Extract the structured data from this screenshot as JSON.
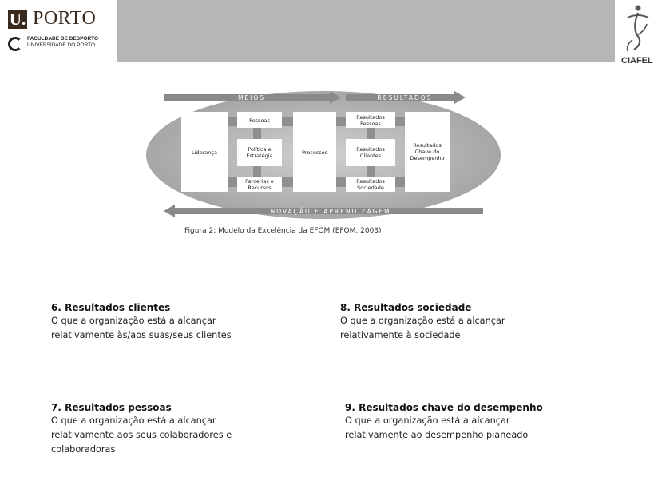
{
  "header": {
    "logo_u": "U.",
    "logo_name": "PORTO",
    "logo_faculty": "FACULDADE DE DESPORTO",
    "logo_university": "UNIVERSIDADE DO PORTO",
    "partner_logo_text": "CIAFEL"
  },
  "diagram": {
    "arrow_meios": "MEIOS",
    "arrow_resultados": "RESULTADOS",
    "arrow_inovacao": "INOVAÇÃO E APRENDIZAGEM",
    "lideranca": "Liderança",
    "pessoas": "Pessoas",
    "politica": [
      "Política e",
      "Estratégia"
    ],
    "parcerias": [
      "Parcerias e",
      "Recursos"
    ],
    "processos": "Processos",
    "res_pessoas": [
      "Resultados",
      "Pessoas"
    ],
    "res_clientes": [
      "Resultados",
      "Clientes"
    ],
    "res_sociedade": [
      "Resultados",
      "Sociedade"
    ],
    "res_chave": [
      "Resultados",
      "Chave do",
      "Desempenho"
    ],
    "caption": "Figura 2: Modelo da Excelência da EFQM (EFQM, 2003)",
    "colors": {
      "ellipse": "#a9a9a9",
      "box": "#ffffff",
      "connector": "#8f8f8f",
      "arrow": "#7d7d7d"
    }
  },
  "criteria": [
    {
      "title": "6. Resultados  clientes",
      "lines": [
        "O que a organização está a alcançar",
        "relativamente às/aos suas/seus clientes"
      ]
    },
    {
      "title": "8. Resultados  sociedade",
      "lines": [
        "O que a organização está a alcançar",
        "relativamente à sociedade"
      ]
    },
    {
      "title": "7. Resultados  pessoas",
      "lines": [
        "O que a organização está a alcançar",
        "relativamente aos seus colaboradores e",
        "colaboradoras"
      ]
    },
    {
      "title": "9. Resultados  chave do desempenho",
      "lines": [
        "O que a organização está a alcançar",
        "relativamente ao desempenho planeado"
      ]
    }
  ]
}
